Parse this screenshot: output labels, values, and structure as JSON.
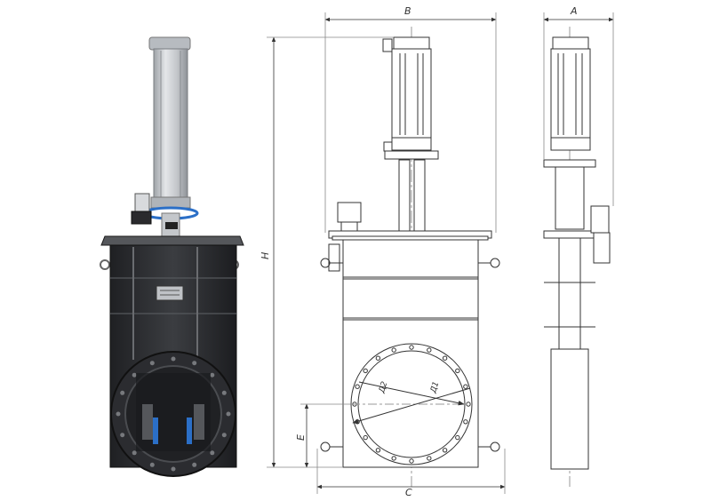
{
  "drawing": {
    "dimensions": {
      "A": "A",
      "B": "B",
      "C": "C",
      "H": "H",
      "E": "E",
      "D1": "Д1",
      "D2": "Д2"
    },
    "colors": {
      "body_dark": "#2f3033",
      "body_mid": "#45474b",
      "cylinder": "#c9ccd0",
      "line": "#333333",
      "centerline": "#9a9a9a",
      "blue_accent": "#2b6fc7"
    }
  }
}
